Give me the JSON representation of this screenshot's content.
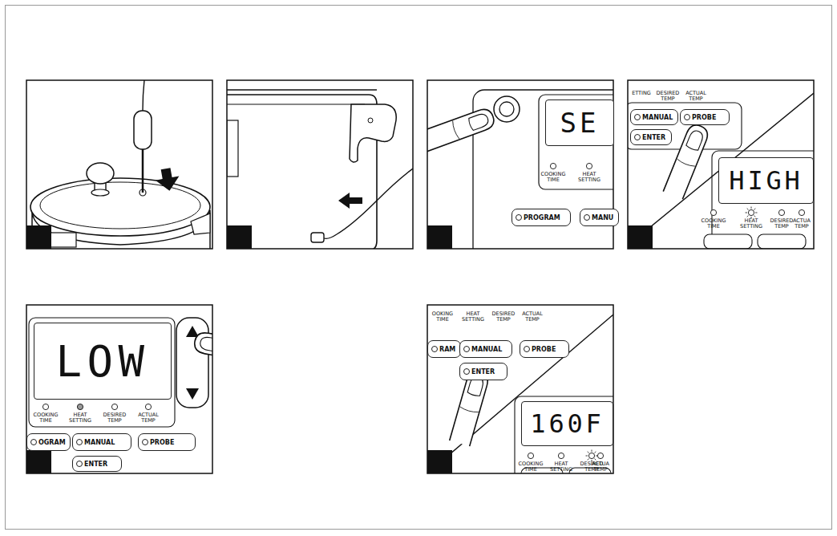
{
  "diagram": {
    "nodes": [
      {
        "text": [
          "SE"
        ]
      },
      {
        "text": [
          "PROGRAM"
        ]
      },
      {
        "text": [
          "MANU"
        ]
      },
      {
        "text": [
          "MANUAL"
        ]
      },
      {
        "text": [
          "PROBE"
        ]
      },
      {
        "text": [
          "ENTER"
        ]
      },
      {
        "text": [
          "HIGH"
        ]
      },
      {
        "text": [
          "LOW"
        ]
      },
      {
        "text": [
          "OGRAM"
        ]
      },
      {
        "text": [
          "MANUAL"
        ]
      },
      {
        "text": [
          "PROBE"
        ]
      },
      {
        "text": [
          "ENTER"
        ]
      },
      {
        "text": [
          "RAM"
        ]
      },
      {
        "text": [
          "MANUAL"
        ]
      },
      {
        "text": [
          "PROBE"
        ]
      },
      {
        "text": [
          "ENTER"
        ]
      },
      {
        "text": [
          "160F"
        ]
      }
    ],
    "labels": [
      "COOKING TIME",
      "HEAT SETTING",
      "ETTING",
      "DESIRED TEMP",
      "ACTUAL TEMP",
      "COOKING TIME",
      "HEAT SETTING",
      "DESIRED TEMP",
      "ACTUA TEMP",
      "COOKING TIME",
      "HEAT SETTING",
      "DESIRED TEMP",
      "ACTUAL TEMP",
      "OOKING TIME",
      "HEAT SETTING",
      "DESIRED TEMP",
      "ACTUAL TEMP",
      "COOKING TIME",
      "HEAT SETTING",
      "DESIRED TEMP",
      "ACTUA TEMP"
    ]
  }
}
